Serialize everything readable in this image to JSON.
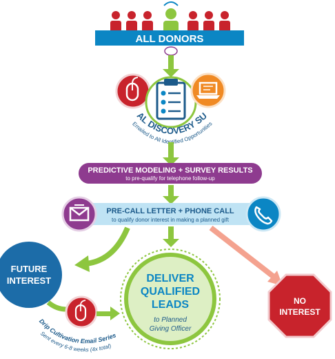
{
  "all_donors": {
    "label": "ALL DONORS"
  },
  "survey": {
    "title": "DIGITAL DISCOVERY SURVEY",
    "subtitle": "Emailed to All Identified Opportunities"
  },
  "predictive": {
    "title": "PREDICTIVE MODELING + SURVEY RESULTS",
    "subtitle": "to pre-qualify for telephone follow-up"
  },
  "precall": {
    "title": "PRE-CALL LETTER + PHONE CALL",
    "subtitle": "to qualify donor interest in making a planned gift"
  },
  "future": {
    "line1": "FUTURE",
    "line2": "INTEREST"
  },
  "deliver": {
    "line1": "DELIVER",
    "line2": "QUALIFIED",
    "line3": "LEADS",
    "sub1": "to Planned",
    "sub2": "Giving Officer"
  },
  "no_interest": {
    "line1": "NO",
    "line2": "INTEREST"
  },
  "drip": {
    "title": "Drip Cultivation Email Series",
    "subtitle": "Sent every 6-8 weeks (4x total)"
  },
  "colors": {
    "red": "#c8232c",
    "green": "#8dc63f",
    "blue": "#0b86c4",
    "light_blue": "#bfe3f4",
    "purple": "#8e3b8f",
    "orange": "#f08a24",
    "dark_blue": "#1c5a8a",
    "salmon": "#f4a28f"
  }
}
